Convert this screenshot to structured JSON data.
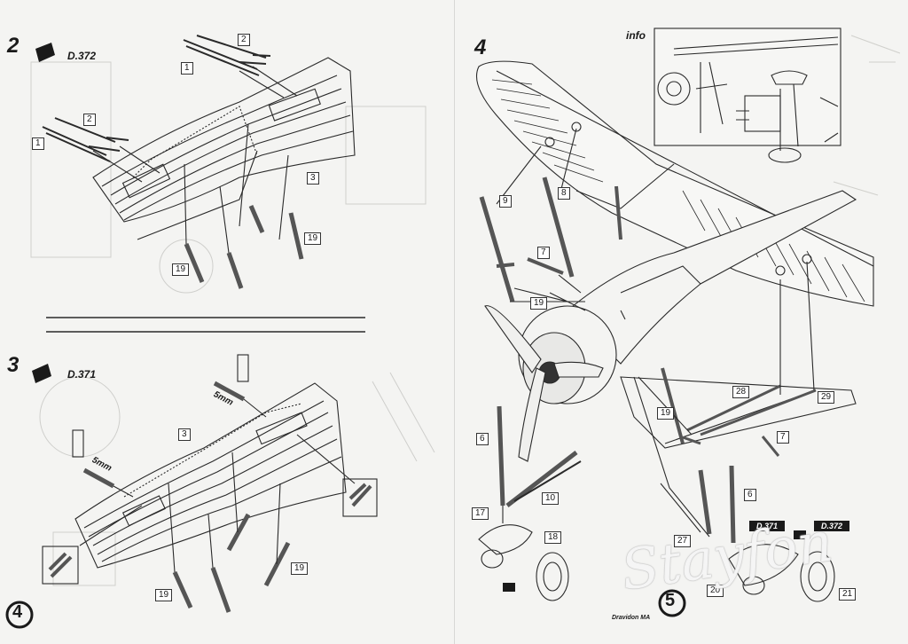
{
  "steps": {
    "s2": {
      "number": "2",
      "variant": "D.372"
    },
    "s3": {
      "number": "3",
      "variant": "D.371"
    },
    "s4": {
      "number": "4"
    },
    "page_left": "4",
    "page_right": "5"
  },
  "info_label": "info",
  "dimension": "5mm",
  "labels": {
    "s2": [
      "2",
      "1",
      "2",
      "1",
      "3",
      "19",
      "19"
    ],
    "s3": [
      "3",
      "19",
      "19"
    ],
    "s4": [
      "9",
      "8",
      "7",
      "19",
      "6",
      "19",
      "28",
      "29",
      "7",
      "10",
      "17",
      "18",
      "6",
      "27",
      "20",
      "21"
    ]
  },
  "variant_boxes": [
    "D.371",
    "D.372"
  ],
  "brand": "Dravidon MA",
  "watermark": "Stayfon"
}
